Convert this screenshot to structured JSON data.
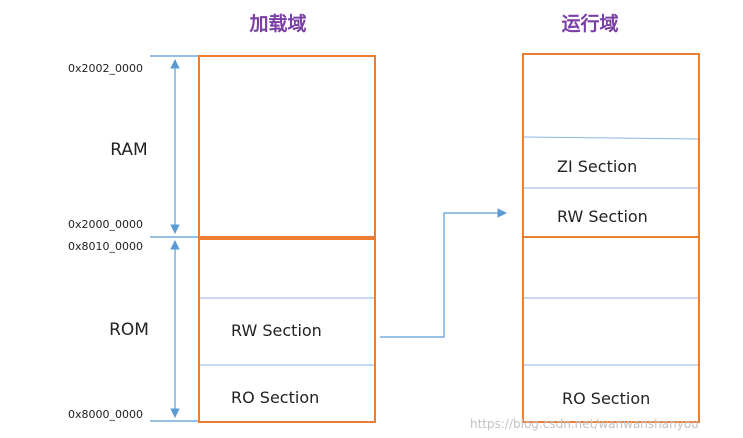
{
  "titles": {
    "load_domain": "加载域",
    "run_domain": "运行域"
  },
  "addresses": {
    "ram_top": "0x2002_0000",
    "ram_bottom": "0x2000_0000",
    "rom_top": "0x8010_0000",
    "rom_bottom": "0x8000_0000"
  },
  "regions": {
    "ram": "RAM",
    "rom": "ROM"
  },
  "load_sections": {
    "rw": "RW Section",
    "ro": "RO Section"
  },
  "run_sections": {
    "zi": "ZI Section",
    "rw": "RW Section",
    "ro": "RO Section"
  },
  "watermark": "https://blog.csdn.net/wanwanshanyou",
  "colors": {
    "box": "#ed7d31",
    "divider": "#8db3e2",
    "arrow": "#5b9bd5",
    "title": "#7b3fa6"
  }
}
